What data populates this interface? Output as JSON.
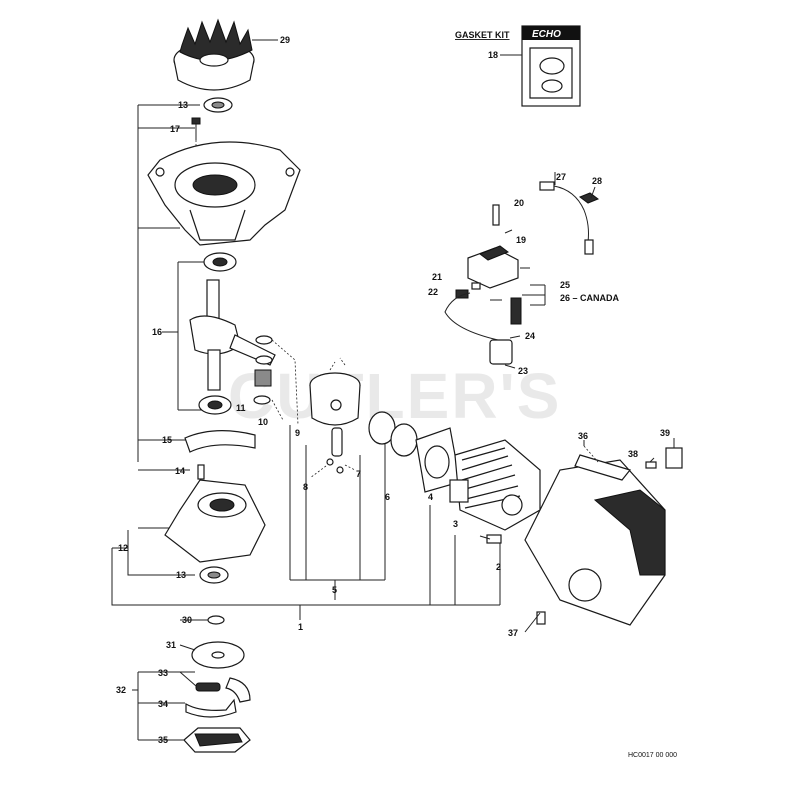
{
  "watermark": "CUTLER'S",
  "gasket_kit": {
    "title": "GASKET KIT",
    "brand": "ECHO",
    "part_number": "18"
  },
  "canada_note": "26 – CANADA",
  "drawing_code": "HC0017 00 000",
  "callouts": {
    "c1": "1",
    "c2": "2",
    "c3": "3",
    "c4": "4",
    "c5": "5",
    "c6": "6",
    "c7": "7",
    "c8": "8",
    "c9": "9",
    "c10": "10",
    "c11": "11",
    "c12": "12",
    "c13a": "13",
    "c13b": "13",
    "c14": "14",
    "c15": "15",
    "c16": "16",
    "c17": "17",
    "c19": "19",
    "c20": "20",
    "c21": "21",
    "c22": "22",
    "c23": "23",
    "c24": "24",
    "c25": "25",
    "c27": "27",
    "c28": "28",
    "c29": "29",
    "c30": "30",
    "c31": "31",
    "c32": "32",
    "c33": "33",
    "c34": "34",
    "c35": "35",
    "c36": "36",
    "c37": "37",
    "c38": "38",
    "c39": "39"
  }
}
